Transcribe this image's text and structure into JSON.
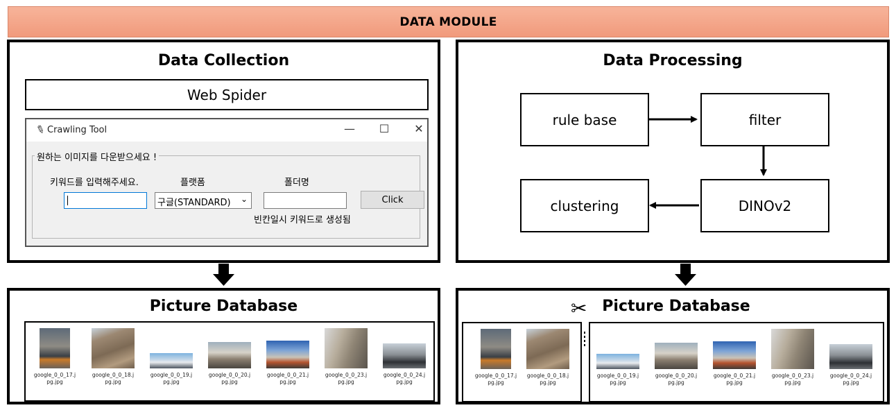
{
  "banner": {
    "title": "DATA MODULE"
  },
  "collection": {
    "title": "Data Collection",
    "spider_label": "Web Spider",
    "window": {
      "title": "Crawling Tool",
      "controls": {
        "minimize": "—",
        "maximize": "☐",
        "close": "✕"
      },
      "group_label": "원하는 이미지를 다운받으세요 !",
      "keyword_label": "키워드를 입력해주세요.",
      "platform_label": "플랫폼",
      "folder_label": "폴더명",
      "platform_value": "구글(STANDARD)",
      "button_label": "Click",
      "hint": "빈칸일시 키워드로 생성됨"
    }
  },
  "processing": {
    "title": "Data Processing",
    "nodes": {
      "rule_base": "rule base",
      "filter": "filter",
      "dinov2": "DINOv2",
      "clustering": "clustering"
    }
  },
  "database_left": {
    "title": "Picture Database",
    "files": [
      [
        "google_0_0_17.j",
        "pg.jpg"
      ],
      [
        "google_0_0_18.j",
        "pg.jpg"
      ],
      [
        "google_0_0_19.j",
        "pg.jpg"
      ],
      [
        "google_0_0_20.j",
        "pg.jpg"
      ],
      [
        "google_0_0_21.j",
        "pg.jpg"
      ],
      [
        "google_0_0_23.j",
        "pg.jpg"
      ],
      [
        "google_0_0_24.j",
        "pg.jpg"
      ]
    ]
  },
  "database_right": {
    "title": "Picture Database",
    "files": [
      [
        "google_0_0_17.j",
        "pg.jpg"
      ],
      [
        "google_0_0_18.j",
        "pg.jpg"
      ],
      [
        "google_0_0_19.j",
        "pg.jpg"
      ],
      [
        "google_0_0_20.j",
        "pg.jpg"
      ],
      [
        "google_0_0_21.j",
        "pg.jpg"
      ],
      [
        "google_0_0_23.j",
        "pg.jpg"
      ],
      [
        "google_0_0_24.j",
        "pg.jpg"
      ]
    ]
  },
  "icons": {
    "scissors": "scissors-icon",
    "feather": "feather-icon"
  }
}
